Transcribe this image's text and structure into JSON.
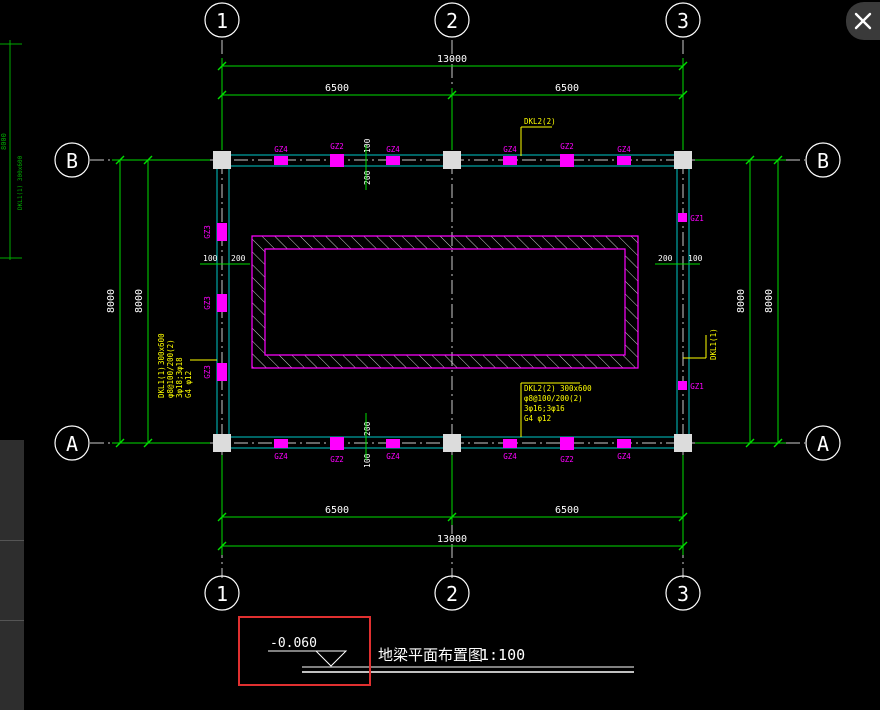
{
  "axes": {
    "numbers": [
      "1",
      "2",
      "3"
    ],
    "letters": [
      "B",
      "A"
    ]
  },
  "dims": {
    "total": "13000",
    "span": "6500",
    "height": "8000",
    "wall": "200",
    "offset": "100"
  },
  "columns": {
    "gz1": "GZ1",
    "gz2": "GZ2",
    "gz3": "GZ3",
    "gz4": "GZ4"
  },
  "beams": {
    "dkl2": "DKL2(2)",
    "dkl2_size": "300x600",
    "dkl2_stirrup": "φ8@100/200(2)",
    "dkl2_rebar": "3φ16;3φ16",
    "dkl2_side": "G4 φ12",
    "dkl1": "DKL1(1)",
    "dkl1_size": "300x600",
    "dkl1_stirrup": "φ8@100/200(2)",
    "dkl1_rebar": "3φ18;3φ18",
    "dkl1_side": "G4 φ12"
  },
  "left_edge": {
    "dim": "8000",
    "label": "DKL1(1) 300x600"
  },
  "elevation": "-0.060",
  "title": "地梁平面布置图",
  "scale": "1:100",
  "colors": {
    "grid": "#ffffff",
    "dimension": "#00dd00",
    "column": "#ff00ff",
    "beam_label": "#ffff00",
    "beam_line": "#00c8c8",
    "highlight": "#e03030"
  },
  "close_icon": "close-icon"
}
